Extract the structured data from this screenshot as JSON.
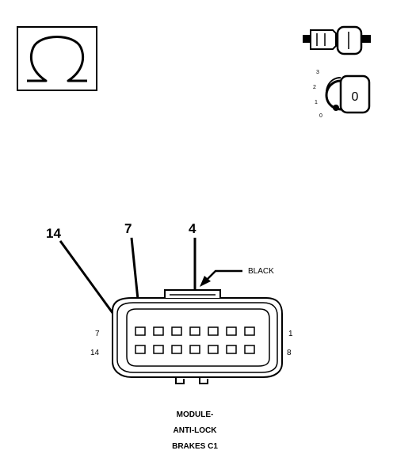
{
  "ohmmeter_icon": {
    "symbol": "Ω"
  },
  "key_switch": {
    "positions": [
      "3",
      "2",
      "1",
      "0"
    ],
    "key_label": "0"
  },
  "connector": {
    "callouts": [
      "14",
      "7",
      "4"
    ],
    "wire_note": "BLACK",
    "pin_labels": {
      "top_left": "7",
      "bottom_left": "14",
      "top_right": "1",
      "bottom_right": "8"
    },
    "caption_lines": [
      "MODULE-",
      "ANTI-LOCK",
      "BRAKES C1"
    ]
  }
}
